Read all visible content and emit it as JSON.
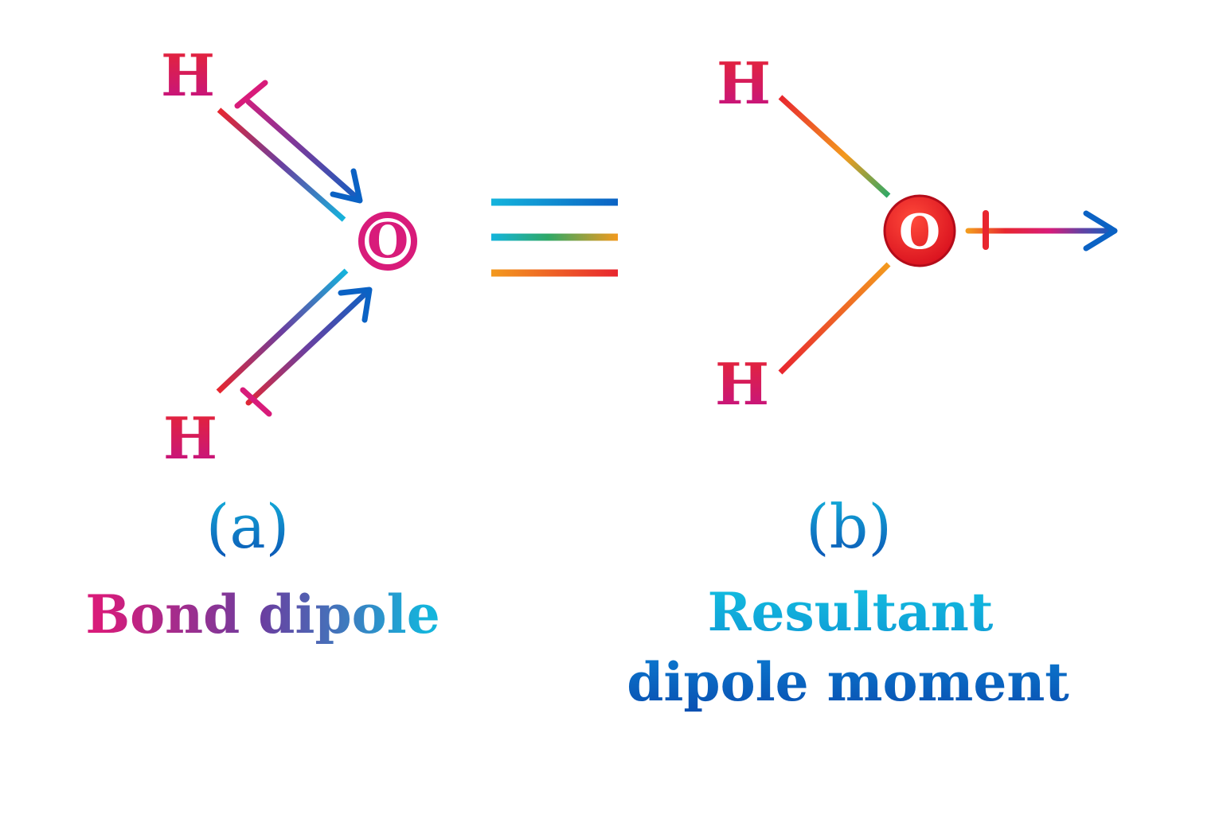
{
  "panel_a": {
    "atom_top": "H",
    "atom_bottom": "H",
    "atom_center": "O",
    "label": "(a)",
    "caption": "Bond dipole"
  },
  "equivalence_symbol": "≡",
  "panel_b": {
    "atom_top": "H",
    "atom_bottom": "H",
    "atom_center": "O",
    "label": "(b)",
    "caption_line1": "Resultant",
    "caption_line2": "dipole moment"
  },
  "colors": {
    "magenta": "#d81b7a",
    "red": "#e8262f",
    "orange": "#f39a1e",
    "green": "#2fa866",
    "cyan": "#14b4dc",
    "blue": "#0b62c4",
    "purple": "#6a3fa0"
  }
}
